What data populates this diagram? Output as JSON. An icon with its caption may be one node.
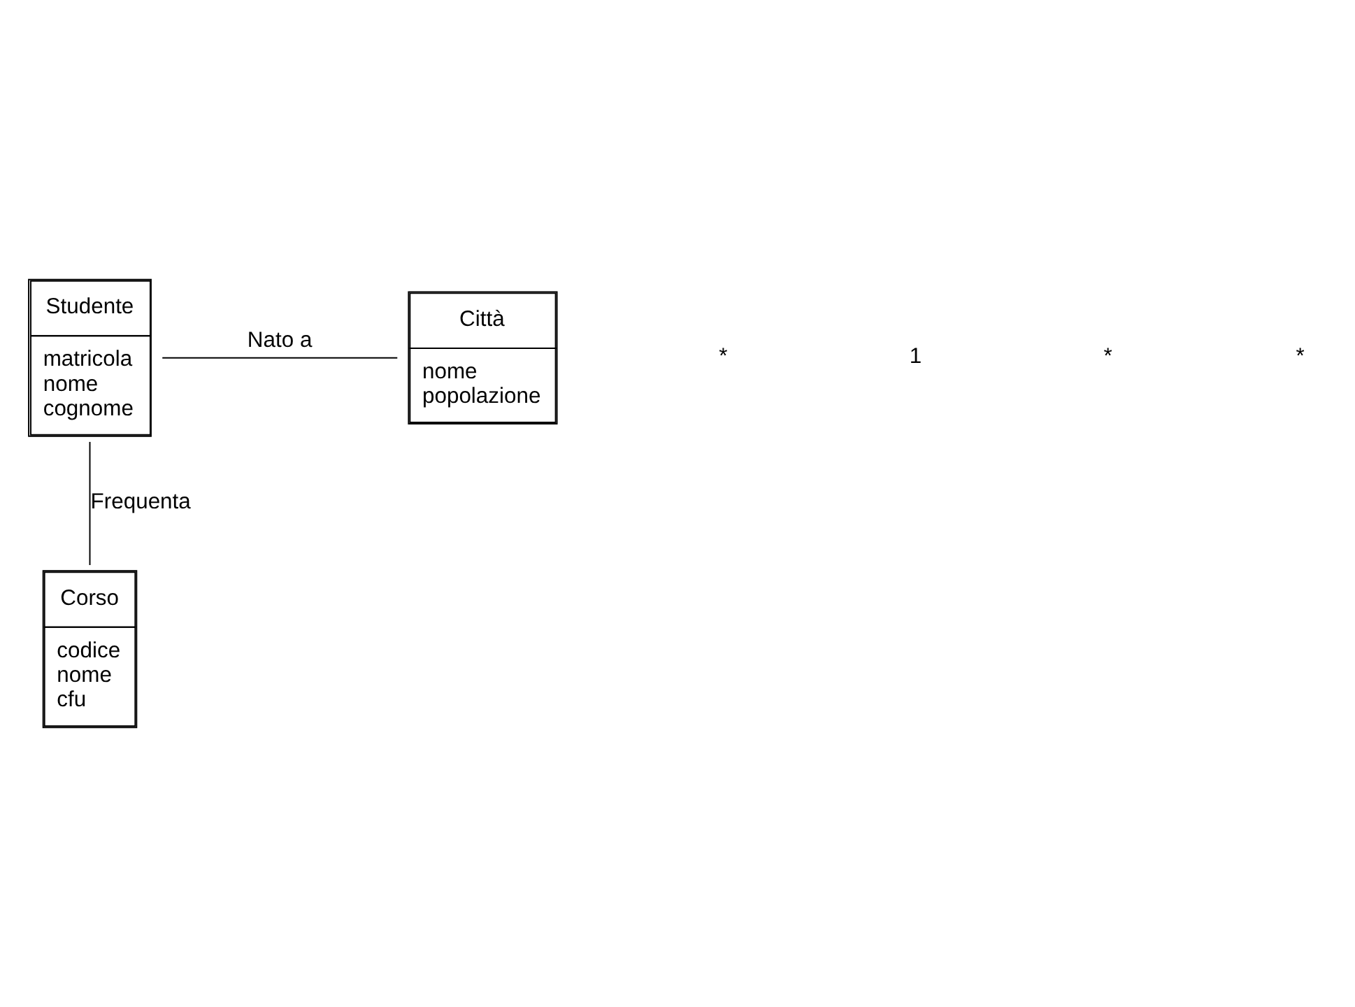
{
  "diagram": {
    "nodes": [
      {
        "text": [
          "Studente",
          "matricola",
          "nome",
          "cognome"
        ]
      },
      {
        "text": [
          "Città",
          "nome",
          "popolazione"
        ]
      },
      {
        "text": [
          "Corso",
          "codice",
          "nome",
          "cfu"
        ]
      }
    ],
    "edges": [
      {
        "from": 0,
        "to": 1,
        "arrow": "none",
        "label": "Nato a"
      },
      {
        "from": 0,
        "to": 2,
        "arrow": "none",
        "label": "Frequenta"
      }
    ],
    "labels": [
      "*",
      "1",
      "*",
      "*"
    ]
  }
}
